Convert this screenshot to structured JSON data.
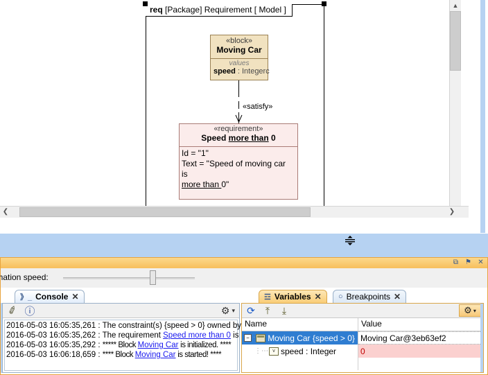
{
  "diagram": {
    "frame_label": {
      "kind": "req",
      "scope": "[Package] Requirement",
      "context": "[ Model ]"
    },
    "block": {
      "stereotype": "«block»",
      "name": "Moving Car",
      "compartment_label": "values",
      "property_name": "speed",
      "property_sep": " : ",
      "property_type": "Integerc"
    },
    "connector": {
      "label": "«satisfy»"
    },
    "requirement": {
      "stereotype": "«requirement»",
      "name_prefix": "Speed ",
      "name_underlined": "more than",
      "name_suffix": " 0",
      "body_line1": "Id = \"1\"",
      "body_line2": "Text = \"Speed of moving car",
      "body_line3": "is",
      "body_line4_underlined": "more than ",
      "body_line4_suffix": "0\""
    }
  },
  "bottom_panel": {
    "window_buttons": [
      {
        "name": "restore-icon",
        "glyph": "⧉"
      },
      {
        "name": "pin-icon",
        "glyph": "⚑"
      },
      {
        "name": "close-icon",
        "glyph": "✕"
      }
    ],
    "animation": {
      "label": "nimation speed:",
      "value": 66
    },
    "tabs_left": [
      {
        "id": "console",
        "icon": "》_",
        "label": "Console",
        "close": "✕",
        "state": "active-blue"
      }
    ],
    "tabs_right": [
      {
        "id": "variables",
        "icon": "☲",
        "label": "Variables",
        "close": "✕",
        "state": "active-orange"
      },
      {
        "id": "breakpoints",
        "icon": "○",
        "label": "Breakpoints",
        "close": "✕",
        "state": "inactive"
      }
    ],
    "console_toolbar": [
      {
        "name": "clear-eraser-icon",
        "glyph": "✐"
      },
      {
        "name": "info-icon",
        "glyph": "ⓘ"
      }
    ],
    "console_gear": {
      "name": "settings-gear-icon",
      "glyph": "⚙",
      "arrow": "▾"
    },
    "console_log": [
      {
        "timestamp": "2016-05-03 16:05:35,261",
        "sep": " : ",
        "pre": "The constraint(s) {speed > 0} owned by",
        "link": "",
        "post": ""
      },
      {
        "timestamp": "2016-05-03 16:05:35,262",
        "sep": " : ",
        "pre": "The requirement ",
        "link": "Speed more than 0",
        "post": " is n"
      },
      {
        "timestamp": "2016-05-03 16:05:35,292",
        "sep": " : ",
        "pre": "***** Block ",
        "link": "Moving Car",
        "post": " is initialized. ****"
      },
      {
        "timestamp": "2016-05-03 16:06:18,659",
        "sep": " : ",
        "pre": "**** Block ",
        "link": "Moving Car",
        "post": " is started! ****"
      }
    ],
    "vars_toolbar": [
      {
        "name": "refresh-icon",
        "glyph": "⟳"
      },
      {
        "name": "collapse-all-icon",
        "glyph": "⤒"
      },
      {
        "name": "expand-all-icon",
        "glyph": "⤓"
      }
    ],
    "vars_gear": {
      "name": "variables-settings-gear-icon",
      "glyph": "⚙",
      "arrow": "▾"
    },
    "variables_table": {
      "columns": [
        "Name",
        "Value"
      ],
      "rows": [
        {
          "indent": 0,
          "toggle": "−",
          "icon": "block",
          "name": "Moving Car {speed > 0}",
          "value": "Moving Car@3eb63ef2",
          "selected": true
        },
        {
          "indent": 1,
          "toggle": "",
          "icon": "value",
          "name": "speed : Integer",
          "value": "0",
          "selected": false
        }
      ]
    }
  },
  "colors": {
    "block_fill": "#f1e2c0",
    "block_stroke": "#9a8154",
    "requirement_fill": "#fbeceb",
    "requirement_stroke": "#a97b76",
    "selection_blue": "#2f7dd1",
    "panel_orange": "#e8a33d",
    "error_red_bg": "#fbd0cf",
    "desktop_blue": "#b6d2f2"
  }
}
